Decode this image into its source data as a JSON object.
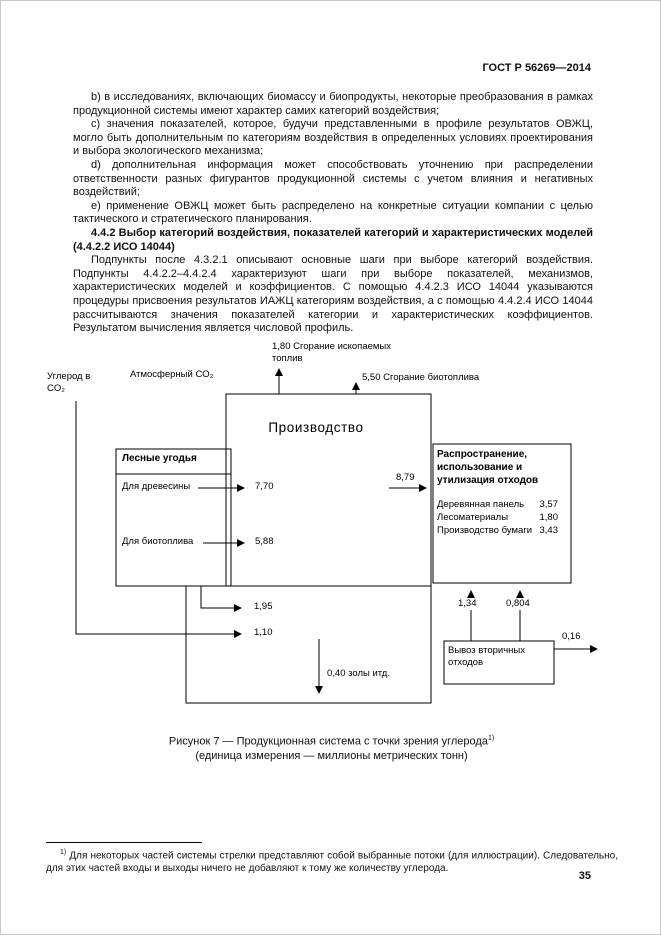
{
  "header": {
    "doc_number": "ГОСТ Р 56269—2014"
  },
  "body": {
    "item_b": "b) в исследованиях, включающих биомассу и биопродукты, некоторые преобразования в рамках продукционной системы имеют характер самих категорий воздействия;",
    "item_c": "c) значения показателей, которое, будучи представленными в профиле результатов ОВЖЦ, могло быть дополнительным по категориям воздействия в определенных условиях проектирования и выбора экологического механизма;",
    "item_d": "d) дополнительная информация может способствовать уточнению при распределении ответственности разных фигурантов продукционной системы с учетом влияния и негативных воздействий;",
    "item_e": "e) применение ОВЖЦ может быть распределено на конкретные ситуации компании с целью тактического и стратегического планирования.",
    "heading_442": "4.4.2 Выбор категорий воздействия, показателей категорий и характеристических моделей (4.4.2.2 ИСО 14044)",
    "para_442": "Подпункты после 4.3.2.1 описывают основные шаги при выборе категорий воздействия. Подпункты 4.4.2.2–4.4.2.4 характеризуют шаги при выборе показателей, механизмов, характеристических моделей и коэффициентов. С помощью 4.4.2.3 ИСО 14044 указываются процедуры присвоения результатов ИАЖЦ категориям воздействия, а с помощью 4.4.2.4 ИСО 14044 рассчитываются значения показателей категории и характеристических коэффициентов. Результатом вычисления является числовой профиль."
  },
  "figure": {
    "carbon_in_co2": "Углерод в CO₂",
    "atmospheric_co2": "Атмосферный CO₂",
    "fossil_combustion": "1,80 Сгорание ископаемых топлив",
    "biofuel_combustion": "5,50 Сгорание биотоплива",
    "production": "Производство",
    "forest_header": "Лесные угодья",
    "for_wood": "Для древесины",
    "wood_value": "7,70",
    "for_biofuel": "Для биотоплива",
    "biofuel_value": "5,88",
    "distribution_header": "Распространение, использование и утилизация отходов",
    "items": [
      {
        "name": "Деревянная панель",
        "value": "3,57"
      },
      {
        "name": "Лесоматериалы",
        "value": "1,80"
      },
      {
        "name": "Производство бумаги",
        "value": "3,43"
      }
    ],
    "flow_to_distribution": "8,79",
    "flow_in_1": "1,95",
    "flow_in_2": "1,10",
    "ash": "0,40 золы итд.",
    "waste_flow_1": "1,34",
    "waste_flow_2": "0,804",
    "waste_box": "Вывоз вторичных отходов",
    "waste_out": "0,16"
  },
  "caption": {
    "line1": "Рисунок 7 — Продукционная система с точки зрения углерода",
    "footnote_ref": "1)",
    "line2": "(единица измерения — миллионы метрических тонн)"
  },
  "footnote": {
    "marker": "1)",
    "text": " Для некоторых частей системы стрелки представляют собой выбранные потоки (для иллюстрации). Следовательно, для этих частей входы и выходы ничего не добавляют к тому же количеству углерода."
  },
  "page_number": "35"
}
